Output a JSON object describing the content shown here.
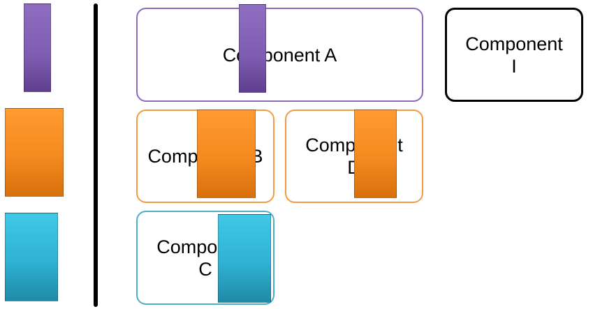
{
  "components": {
    "a": {
      "label": "Component A"
    },
    "b": {
      "label": "Component B"
    },
    "c": {
      "label": "Component\nC"
    },
    "d": {
      "label": "Component\nD"
    },
    "i": {
      "label": "Component\nI"
    }
  },
  "colors": {
    "purple": "#8a6aba",
    "orange": "#f39a44",
    "cyan": "#4aaec6",
    "black": "#000000"
  }
}
